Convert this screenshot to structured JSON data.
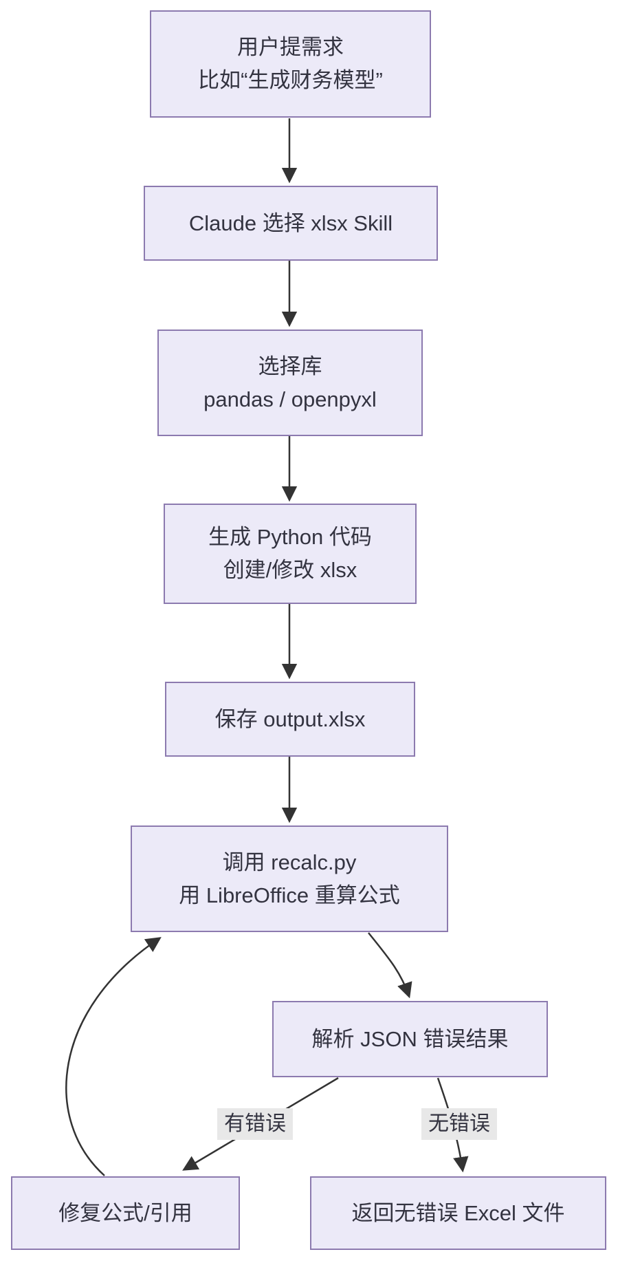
{
  "diagram": {
    "type": "flowchart",
    "background_color": "#ffffff",
    "node_fill_color": "#ECEAF8",
    "node_border_color": "#8C7AAF",
    "text_color": "#333340",
    "arrow_color": "#333333",
    "edge_label_bg_color": "#e8e8e8",
    "nodes": [
      {
        "id": "user-request",
        "lines": [
          "用户提需求",
          "比如“生成财务模型”"
        ]
      },
      {
        "id": "claude-skill",
        "lines": [
          "Claude 选择 xlsx Skill"
        ]
      },
      {
        "id": "choose-library",
        "lines": [
          "选择库",
          "pandas / openpyxl"
        ]
      },
      {
        "id": "generate-python",
        "lines": [
          "生成 Python 代码",
          "创建/修改 xlsx"
        ]
      },
      {
        "id": "save-output",
        "lines": [
          "保存 output.xlsx"
        ]
      },
      {
        "id": "recalc",
        "lines": [
          "调用 recalc.py",
          "用 LibreOffice 重算公式"
        ]
      },
      {
        "id": "parse-json",
        "lines": [
          "解析 JSON 错误结果"
        ]
      },
      {
        "id": "fix-formula",
        "lines": [
          "修复公式/引用"
        ]
      },
      {
        "id": "return-excel",
        "lines": [
          "返回无错误 Excel 文件"
        ]
      }
    ],
    "edges": [
      {
        "from": "user-request",
        "to": "claude-skill",
        "label": ""
      },
      {
        "from": "claude-skill",
        "to": "choose-library",
        "label": ""
      },
      {
        "from": "choose-library",
        "to": "generate-python",
        "label": ""
      },
      {
        "from": "generate-python",
        "to": "save-output",
        "label": ""
      },
      {
        "from": "save-output",
        "to": "recalc",
        "label": ""
      },
      {
        "from": "recalc",
        "to": "parse-json",
        "label": ""
      },
      {
        "from": "parse-json",
        "to": "fix-formula",
        "label": "有错误"
      },
      {
        "from": "parse-json",
        "to": "return-excel",
        "label": "无错误"
      },
      {
        "from": "fix-formula",
        "to": "recalc",
        "label": ""
      }
    ],
    "edge_labels": [
      {
        "id": "has-error",
        "text": "有错误"
      },
      {
        "id": "no-error",
        "text": "无错误"
      }
    ]
  }
}
